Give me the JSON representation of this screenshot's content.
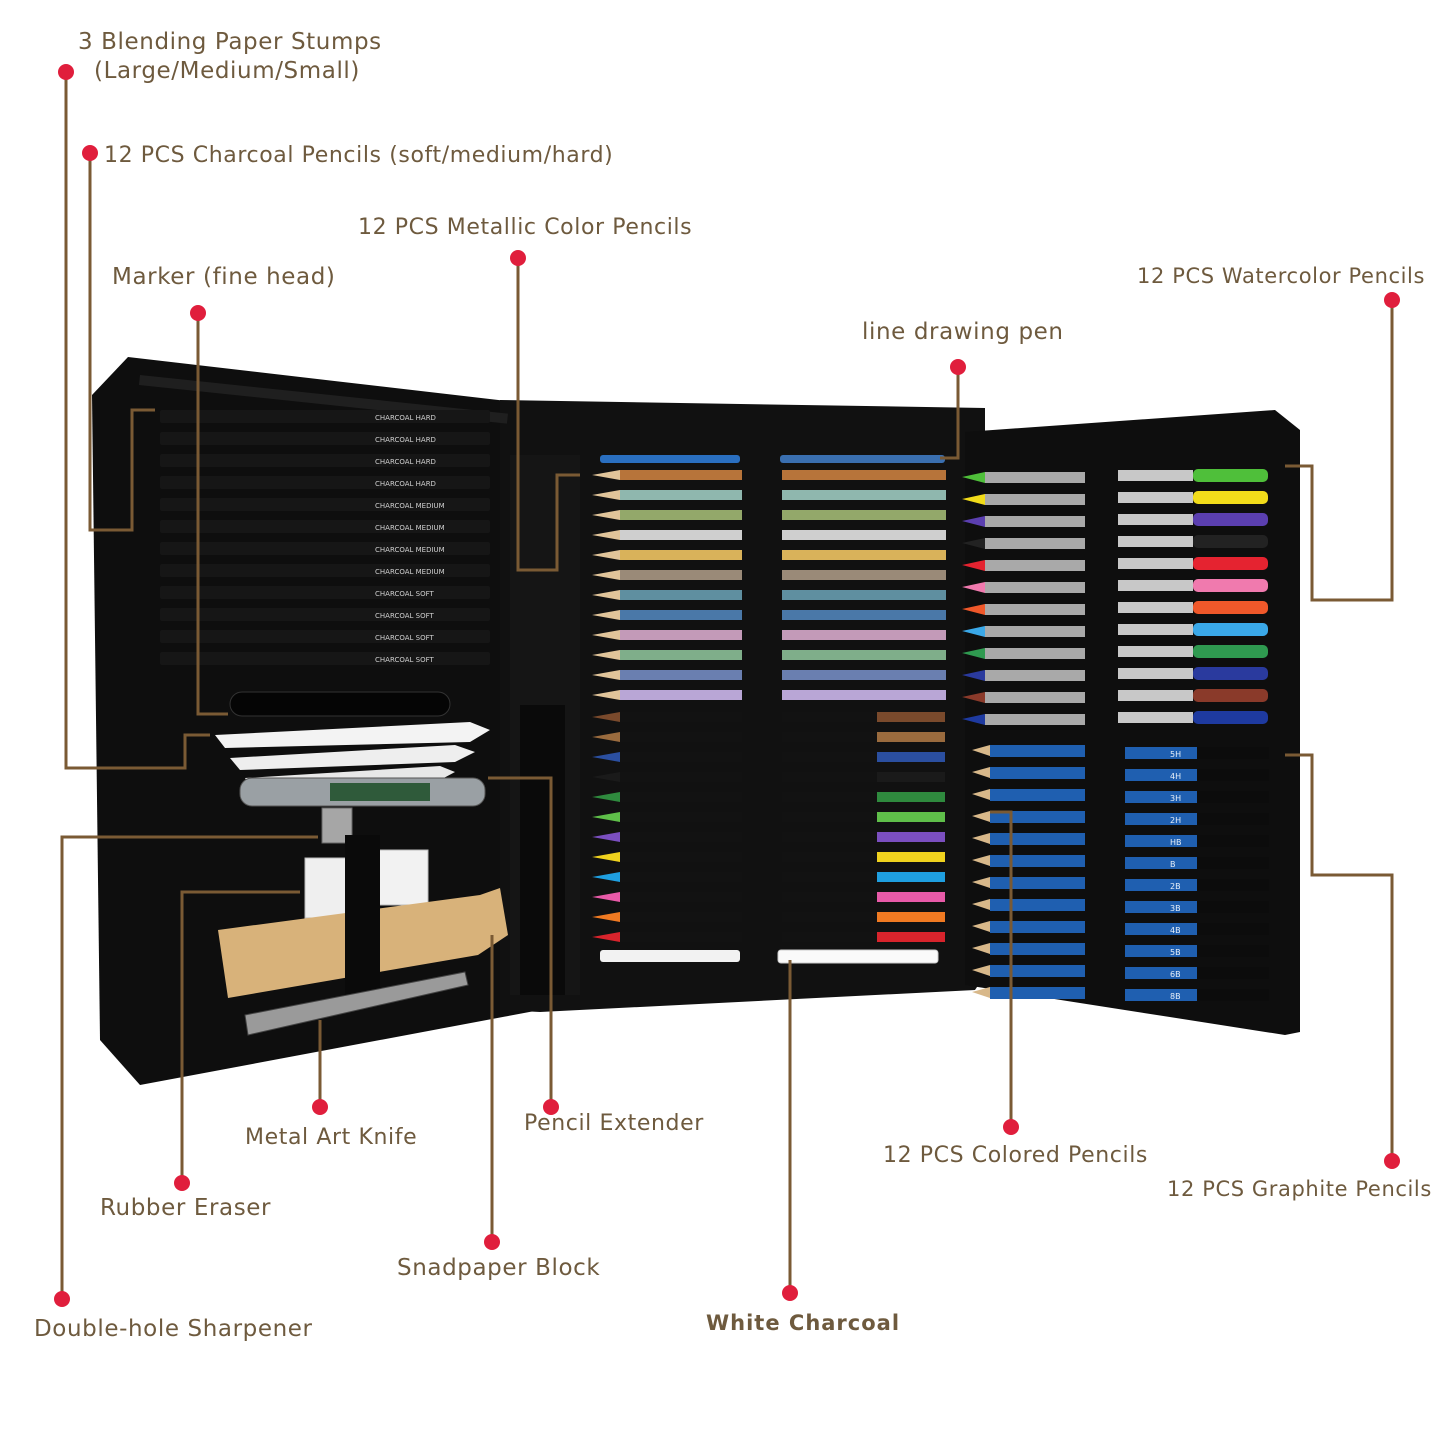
{
  "colors": {
    "label_text": "#6e5a3e",
    "leader_line": "#7a5a34",
    "dot": "#e01e3c",
    "case": "#0e0e0e"
  },
  "labels": {
    "blending_stumps": {
      "line1": "3 Blending Paper Stumps",
      "line2": "(Large/Medium/Small)"
    },
    "charcoal_pencils": "12 PCS Charcoal Pencils (soft/medium/hard)",
    "metallic_pencils": "12 PCS Metallic Color Pencils",
    "marker": "Marker (fine head)",
    "watercolor_pencils": "12 PCS Watercolor Pencils",
    "line_pen": "line drawing pen",
    "metal_knife": "Metal Art Knife",
    "pencil_extender": "Pencil Extender",
    "rubber_eraser": "Rubber Eraser",
    "sandpaper_block": "Snadpaper Block",
    "sharpener": "Double-hole Sharpener",
    "white_charcoal": "White Charcoal",
    "colored_pencils": "12 PCS Colored Pencils",
    "graphite_pencils": "12 PCS Graphite Pencils"
  },
  "pencil_sets": {
    "charcoal": [
      "CHARCOAL HARD",
      "CHARCOAL HARD",
      "CHARCOAL HARD",
      "CHARCOAL HARD",
      "CHARCOAL MEDIUM",
      "CHARCOAL MEDIUM",
      "CHARCOAL MEDIUM",
      "CHARCOAL MEDIUM",
      "CHARCOAL SOFT",
      "CHARCOAL SOFT",
      "CHARCOAL SOFT",
      "CHARCOAL SOFT"
    ],
    "metallic": [
      "#b7743a",
      "#8fb7ae",
      "#93a86a",
      "#cfcfcf",
      "#d9b25a",
      "#9a8a78",
      "#5f8fa0",
      "#4a78a8",
      "#c39ab8",
      "#7fae8a",
      "#6a7fb0",
      "#b9a6d6"
    ],
    "colored": [
      "#7a4a2c",
      "#9a6b3e",
      "#2b4fa0",
      "#1a1a1a",
      "#2f8a3e",
      "#5fbf4a",
      "#7b4fc0",
      "#f0d21e",
      "#1f9fe0",
      "#e85aa8",
      "#f07a22",
      "#d8242c"
    ],
    "watercolor": [
      "#4fbf3a",
      "#f2dc1a",
      "#5b3fb0",
      "#222222",
      "#e52330",
      "#f07aae",
      "#f0582a",
      "#3aa8e8",
      "#2f9a50",
      "#2a3a9e",
      "#8a3a2a",
      "#1e3aa0"
    ],
    "graphite": [
      "5H",
      "4H",
      "3H",
      "2H",
      "HB",
      "B",
      "2B",
      "3B",
      "4B",
      "5B",
      "6B",
      "8B"
    ]
  }
}
